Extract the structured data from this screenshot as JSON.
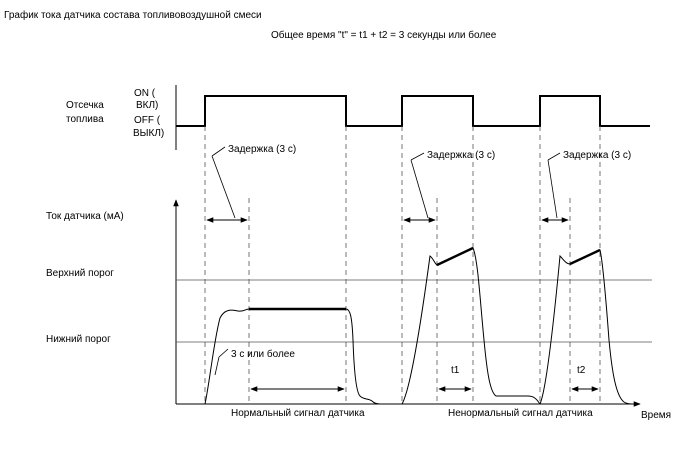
{
  "title": "График тока датчика состава топливовоздушной смеси",
  "subtitle": "Общее время \"t\" = t1 + t2 = 3 секунды или более",
  "fuel_cut": {
    "label_line1": "Отсечка",
    "label_line2": "топлива",
    "on_line1": "ON (",
    "on_line2": "ВКЛ)",
    "off_line1": "OFF (",
    "off_line2": "ВЫКЛ)"
  },
  "delays": {
    "delay_1": "Задержка (3 с)",
    "delay_2": "Задержка (3 с)",
    "delay_3": "Задержка (3 с)"
  },
  "current": {
    "axis_label": "Ток датчика (мА)",
    "upper_threshold": "Верхний порог",
    "lower_threshold": "Нижний порог",
    "duration_label": "3 с или более",
    "t1": "t1",
    "t2": "t2",
    "x_axis_label": "Время"
  },
  "footer": {
    "normal_signal": "Нормальный сигнал датчика",
    "abnormal_signal": "Ненормальный сигнал датчика"
  }
}
